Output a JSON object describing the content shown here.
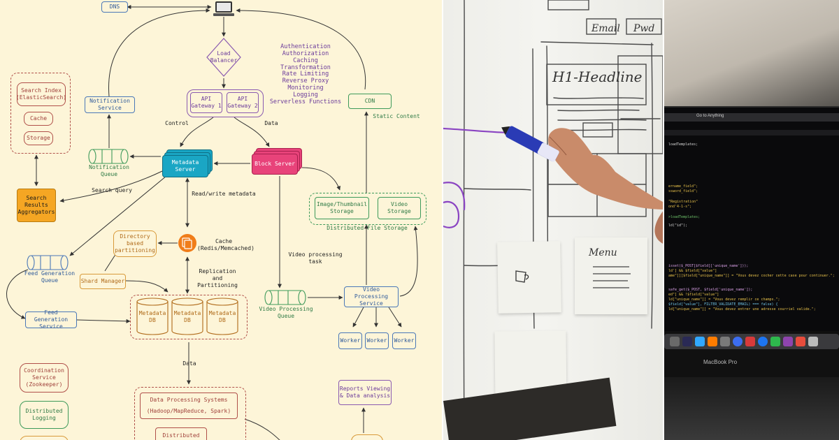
{
  "diagram": {
    "nodes": {
      "dns": "DNS",
      "load_balancer": "Load\nBalancer",
      "api_gateway_1": "API\nGateway 1",
      "api_gateway_2": "API\nGateway 2",
      "gateway_features": "Authentication\nAuthorization\nCaching\nTransformation\nRate Limiting\nReverse Proxy\nMonitoring\nLogging\nServerless Functions",
      "cdn": "CDN",
      "static_content": "Static Content",
      "notification_service": "Notification\nService",
      "notification_queue": "Notification\nQueue",
      "search_index": "Search Index\n(ElasticSearch)",
      "cache_small": "Cache",
      "storage": "Storage",
      "search_results_aggregators": "Search\nResults\nAggregators",
      "metadata_server": "Metadata\nServer",
      "block_server": "Block Server",
      "control_label": "Control",
      "data_label": "Data",
      "search_query": "Search query",
      "read_write_metadata": "Read/write metadata",
      "image_thumbnail_storage": "Image/Thumbnail\nStorage",
      "video_storage": "Video\nStorage",
      "distributed_file_storage": "Distributed File Storage",
      "directory_partitioning": "Directory\nbased\npartitioning",
      "cache_redis": "Cache\n(Redis/Memcached)",
      "replication_partitioning": "Replication and\nPartitioning",
      "video_processing_task": "Video processing task",
      "feed_generation_queue": "Feed Generation\nQueue",
      "shard_manager": "Shard Manager",
      "metadata_db": "Metadata\nDB",
      "feed_generation_service": "Feed Generation\nService",
      "video_processing_queue": "Video Processing\nQueue",
      "video_processing_service": "Video Processing\nService",
      "worker": "Worker",
      "data_label_2": "Data",
      "coordination_service": "Coordination\nService\n(Zookeeper)",
      "distributed_logging": "Distributed\nLogging",
      "data_processing_systems": "Data Processing Systems",
      "data_processing_frameworks": "(Hadoop/MapReduce, Spark)",
      "distributed_partial": "Distributed",
      "reports_viewing": "Reports Viewing\n& Data analysis"
    }
  },
  "whiteboard_photo": {
    "notes": [
      "Email",
      "Pwd",
      "H1-Headline",
      "Menu"
    ]
  },
  "laptop_photo": {
    "brand": "MacBook Pro",
    "browser_title": "Go to Anything",
    "code_lines": [
      "loadTemplates;",
      "ername_field\";",
      "ssword_field\";",
      "\"Registration\"",
      "ond'4-1-s\";",
      ">loadTemplates;",
      "ld(\"id\");",
      "isset($_POST[$field]['unique_name']));",
      "ld'] && $field[\"value\"]",
      "ame\"]][$field[\"unique_name\"]] = \"Vous devez cocher cette case pour continuer.\";",
      "safe_get($_POST, $field['unique_name']);",
      "ed\"] && !$field[\"value\"]",
      "ld[\"unique_name\"]] = \"Vous devez remplir ce champs.\";",
      "$field[\"value\"], FILTER_VALIDATE_EMAIL) === false) {",
      "ld[\"unique_name\"]] = \"Vous devez entrer une adresse courriel valide.\";"
    ]
  },
  "colors": {
    "diagram_bg": "#fdf5d8",
    "metadata_server": "#1aa6c4",
    "block_server": "#e8437a",
    "search_aggregators": "#f5a623",
    "cache_icon": "#f07d1a"
  }
}
